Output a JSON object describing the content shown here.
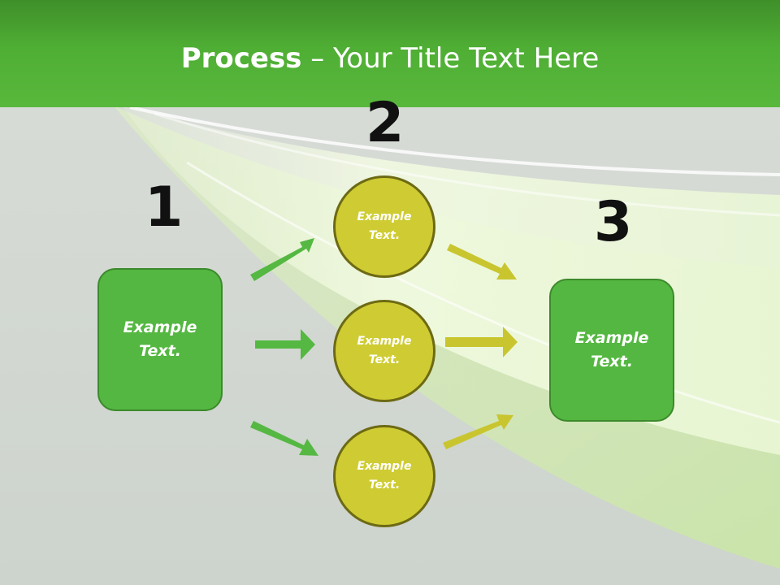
{
  "slide": {
    "title_strong": "Process",
    "title_rest": " – Your Title Text Here",
    "steps": [
      {
        "number": "1",
        "text": "Example Text."
      },
      {
        "number": "2",
        "items": [
          "Example Text.",
          "Example Text.",
          "Example Text."
        ]
      },
      {
        "number": "3",
        "text": "Example Text."
      }
    ]
  },
  "colors": {
    "header_green": "#4fae34",
    "box_green": "#54b741",
    "circle_yellow": "#cfcc33",
    "arrow_green": "#55b842",
    "arrow_yellow": "#c9c52f"
  }
}
